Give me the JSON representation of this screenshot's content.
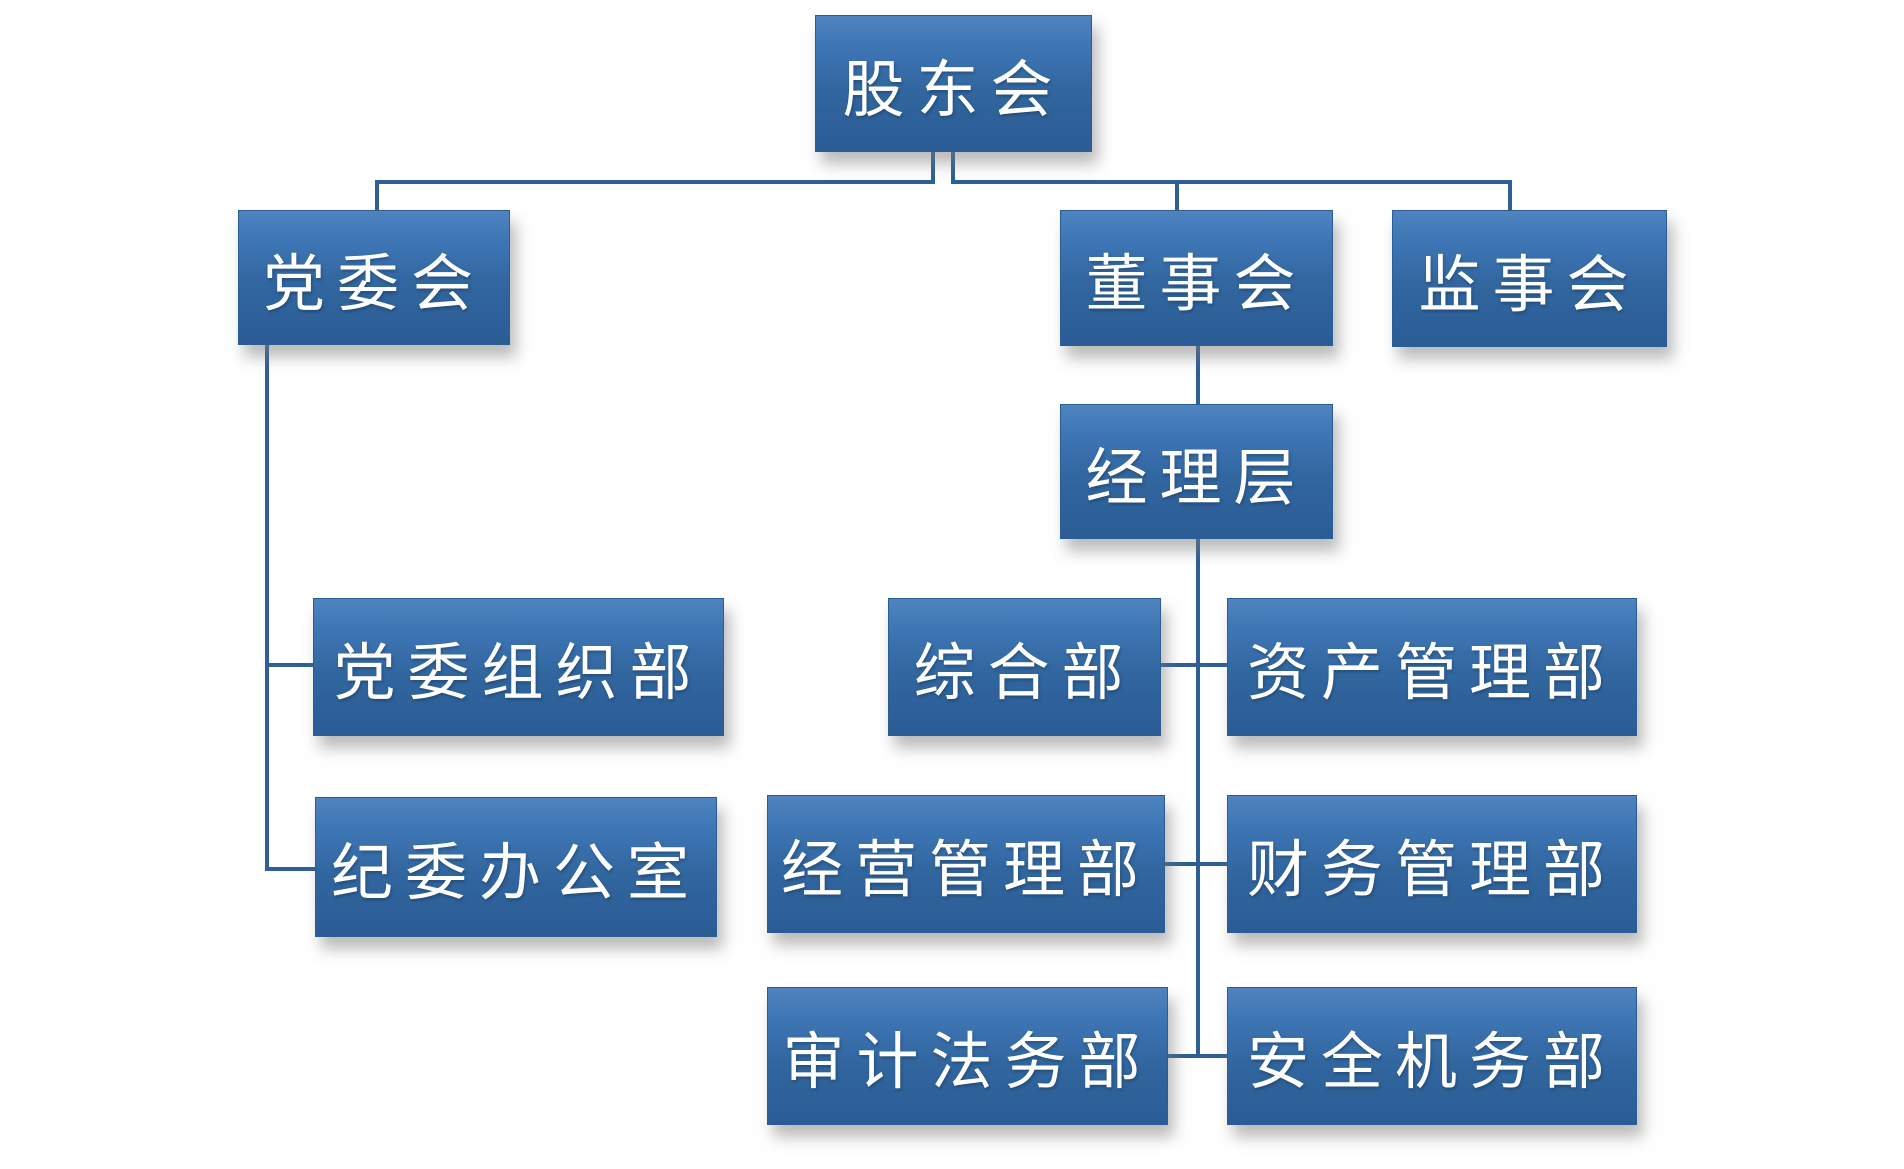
{
  "palette": {
    "canvas_background": "#FFFFFF",
    "node_fill_top": "#4E84BF",
    "node_fill_bottom": "#2B5C95",
    "node_border": "#2A5C96",
    "node_text": "#FFFFFF",
    "connector": "#2F5F98"
  },
  "org_chart": {
    "nodes": [
      {
        "label": "股东会",
        "parent": null
      },
      {
        "label": "党委会",
        "parent": "股东会"
      },
      {
        "label": "董事会",
        "parent": "股东会"
      },
      {
        "label": "监事会",
        "parent": "股东会"
      },
      {
        "label": "经理层",
        "parent": "董事会"
      },
      {
        "label": "党委组织部",
        "parent": "党委会"
      },
      {
        "label": "综合部",
        "parent": "经理层"
      },
      {
        "label": "资产管理部",
        "parent": "经理层"
      },
      {
        "label": "纪委办公室",
        "parent": "党委会"
      },
      {
        "label": "经营管理部",
        "parent": "经理层"
      },
      {
        "label": "财务管理部",
        "parent": "经理层"
      },
      {
        "label": "审计法务部",
        "parent": "经理层"
      },
      {
        "label": "安全机务部",
        "parent": "经理层"
      }
    ]
  }
}
